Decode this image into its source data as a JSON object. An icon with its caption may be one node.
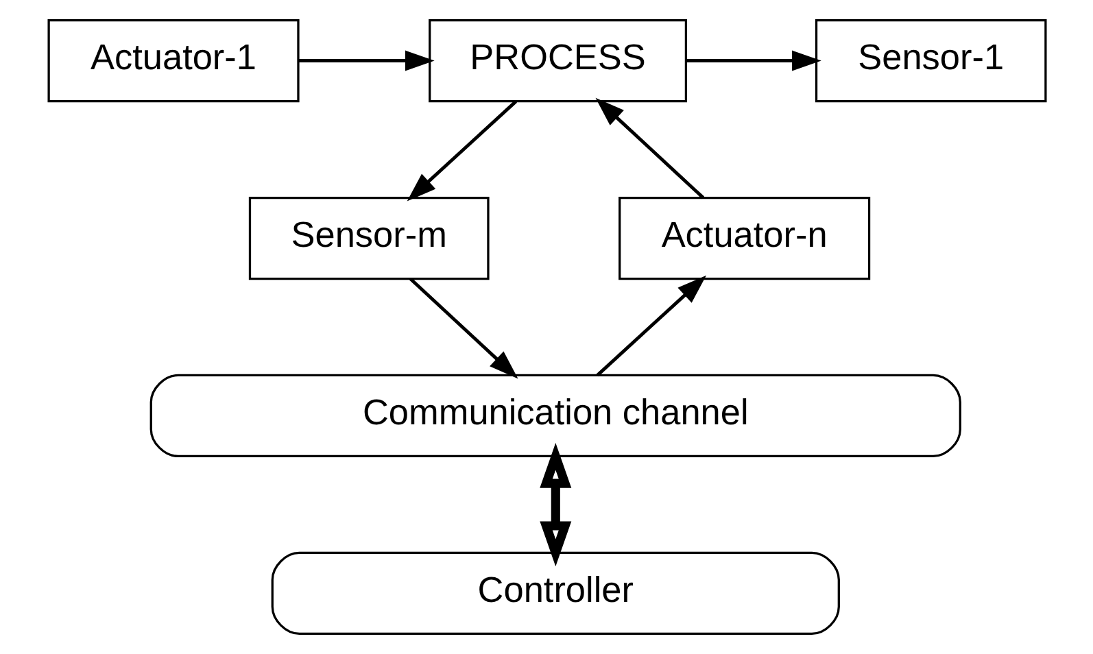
{
  "diagram": {
    "nodes": [
      {
        "text": [
          "Actuator-1"
        ]
      },
      {
        "text": [
          "PROCESS"
        ]
      },
      {
        "text": [
          "Sensor-1"
        ]
      },
      {
        "text": [
          "Actuator-n"
        ]
      },
      {
        "text": [
          "Sensor-m"
        ]
      },
      {
        "text": [
          "Communication channel"
        ]
      },
      {
        "text": [
          "Controller"
        ]
      }
    ],
    "edges": [
      {
        "from": 0,
        "to": 1,
        "arrow": "to"
      },
      {
        "from": 1,
        "to": 2,
        "arrow": "to"
      },
      {
        "from": 3,
        "to": 1,
        "arrow": "to"
      },
      {
        "from": 1,
        "to": 4,
        "arrow": "to"
      },
      {
        "from": 5,
        "to": 3,
        "arrow": "to"
      },
      {
        "from": 4,
        "to": 5,
        "arrow": "to"
      },
      {
        "from": 5,
        "to": 6,
        "arrow": "both",
        "style": "thick"
      }
    ]
  }
}
